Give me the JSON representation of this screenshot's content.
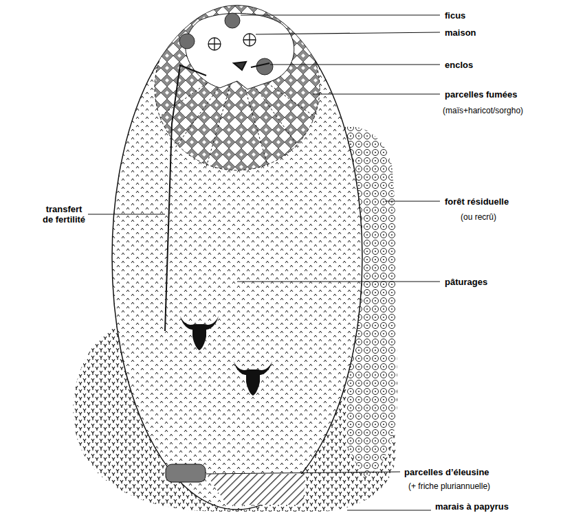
{
  "diagram": {
    "labels": [
      "ficus",
      "maison",
      "enclos",
      "parcelles fumées",
      "(maïs+haricot/sorgho)",
      "transfert de fertilité",
      "forêt résiduelle",
      "(ou recrû)",
      "pâturages",
      "parcelles d’éleusine",
      "(+ friche pluriannuelle)",
      "marais à papyrus"
    ]
  }
}
